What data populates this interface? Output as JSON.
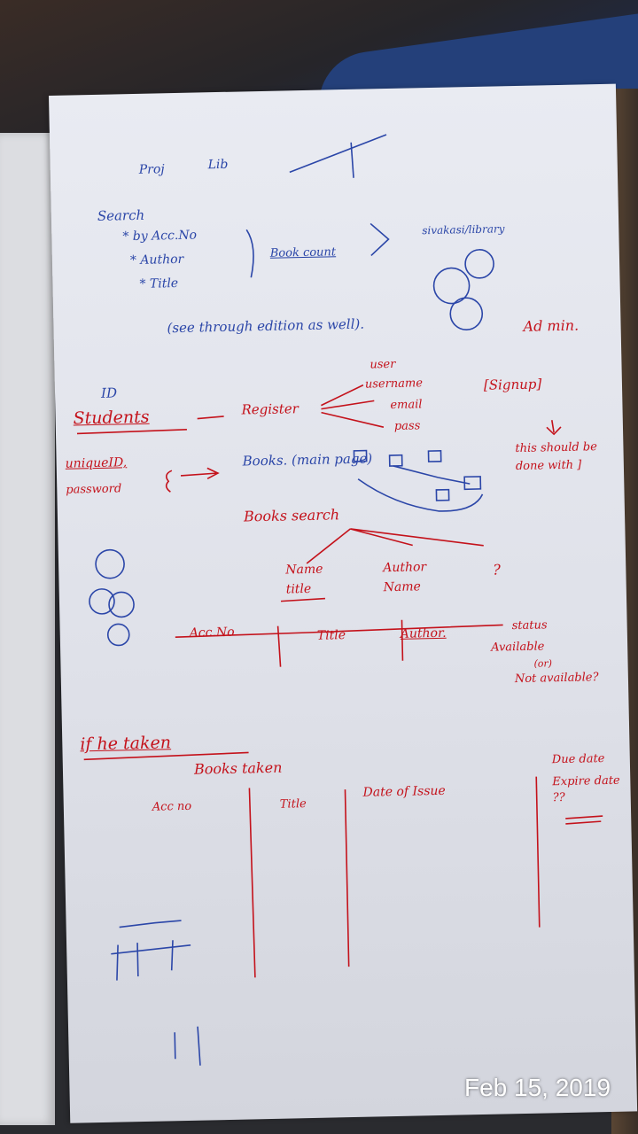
{
  "notes": {
    "top": {
      "proj": "Proj",
      "lib": "Lib",
      "search": "Search",
      "by_acc_no": "* by Acc.No",
      "author": "* Author",
      "title": "* Title",
      "book_count": "Book count",
      "sivakasi_library": "sivakasi/library",
      "see_through_edition": "(see through edition as well)."
    },
    "admin": "Ad min.",
    "id_label": "ID",
    "students": "Students",
    "register": "Register",
    "register_fields": [
      "user",
      "username",
      "email",
      "pass"
    ],
    "signup": "[Signup]",
    "signup_note": "this should be done with ]",
    "unique_id": "uniqueID,",
    "password": "password",
    "books_main_page": "Books. (main page)",
    "books_search": "Books search",
    "name_title": "Name title",
    "author_name": "Author Name",
    "question": "?",
    "table1": {
      "acc_no": "Acc.No",
      "title": "Title",
      "author": "Author.",
      "status": "status",
      "available": "Available",
      "or": "(or)",
      "not_available": "Not available?"
    },
    "if_taken": "if he taken",
    "books_taken": "Books taken",
    "table2": {
      "acc_no": "Acc no",
      "title": "Title",
      "date_of_issue": "Date of Issue",
      "due_date": "Due date",
      "expire_date": "Expire date ??"
    }
  },
  "timestamp": "Feb 15, 2019",
  "colors": {
    "blue_ink": "#2b46a8",
    "red_ink": "#c4121b",
    "paper": "#e5e7ee"
  }
}
